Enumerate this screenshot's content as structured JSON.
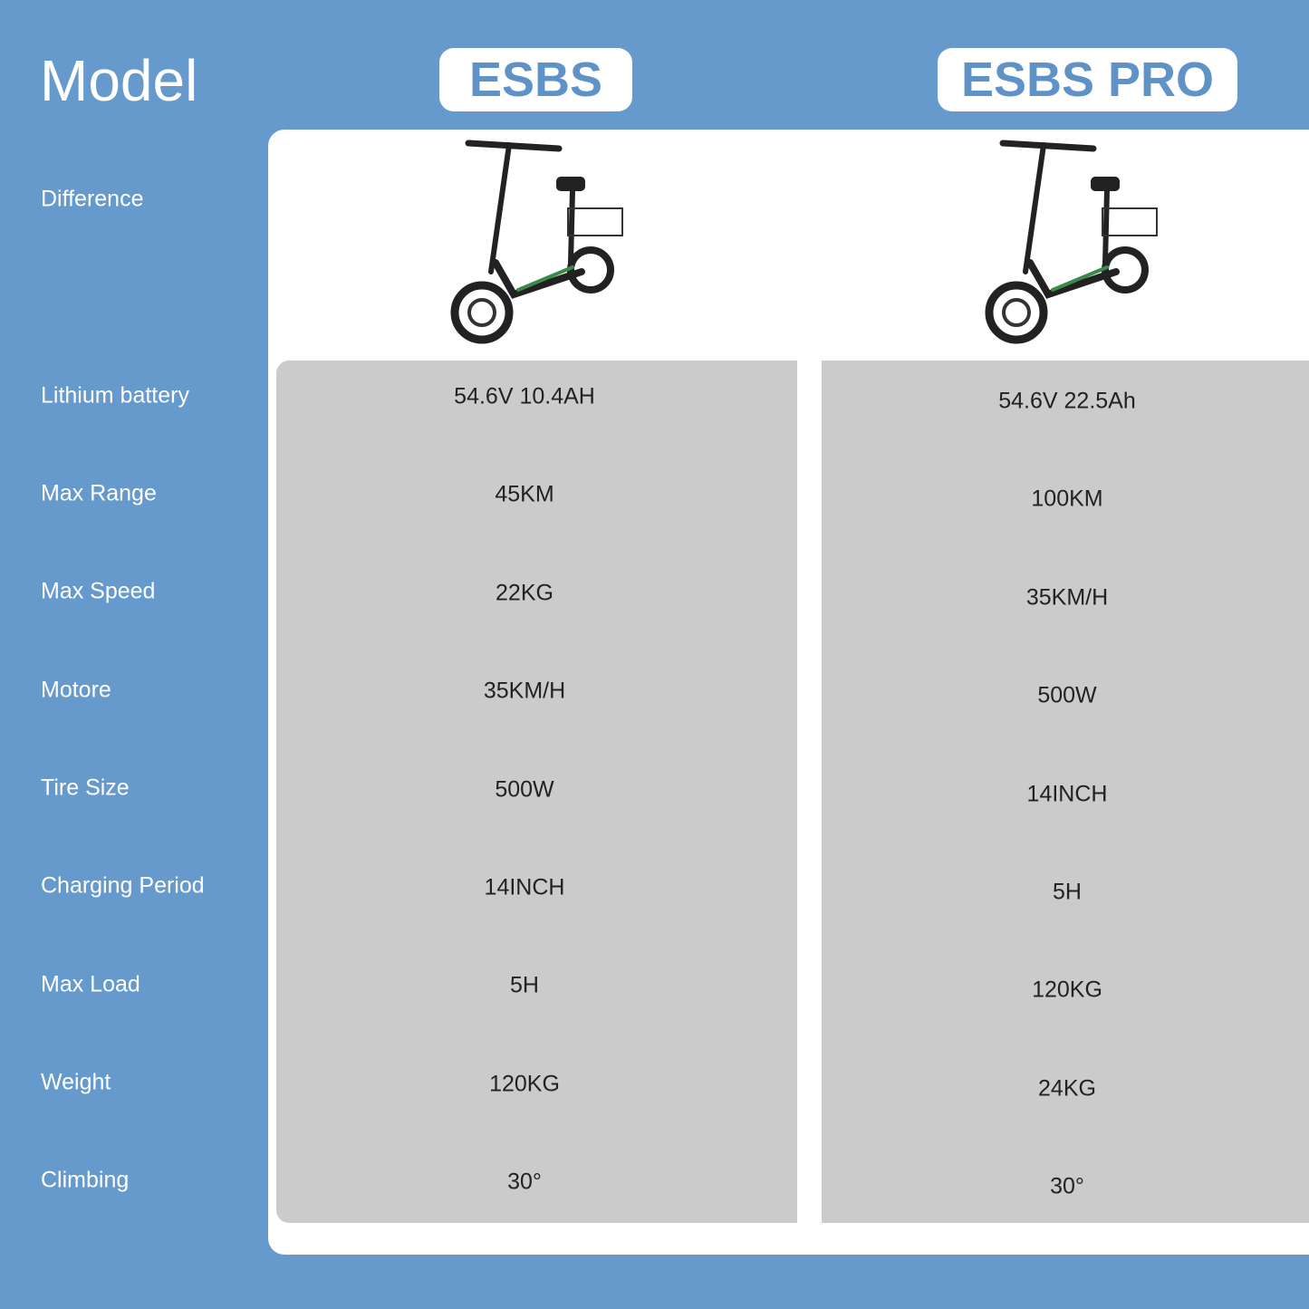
{
  "header": {
    "title": "Model",
    "models": [
      "ESBS",
      "ESBS PRO"
    ]
  },
  "colors": {
    "background": "#669acc",
    "panel": "#ffffff",
    "cell": "#cbcbcb",
    "pill_text": "#5f93c8"
  },
  "labels": [
    "Difference",
    "Lithium battery",
    "Max Range",
    "Max Speed",
    "Motore",
    "Tire Size",
    "Charging Period",
    "Max Load",
    "Weight",
    "Climbing"
  ],
  "esbs": [
    "54.6V 10.4AH",
    "45KM",
    "22KG",
    "35KM/H",
    "500W",
    "14INCH",
    "5H",
    "120KG",
    "30°"
  ],
  "esbs_pro": [
    "54.6V 22.5Ah",
    "100KM",
    "35KM/H",
    "500W",
    "14INCH",
    "5H",
    "120KG",
    "24KG",
    "30°"
  ]
}
